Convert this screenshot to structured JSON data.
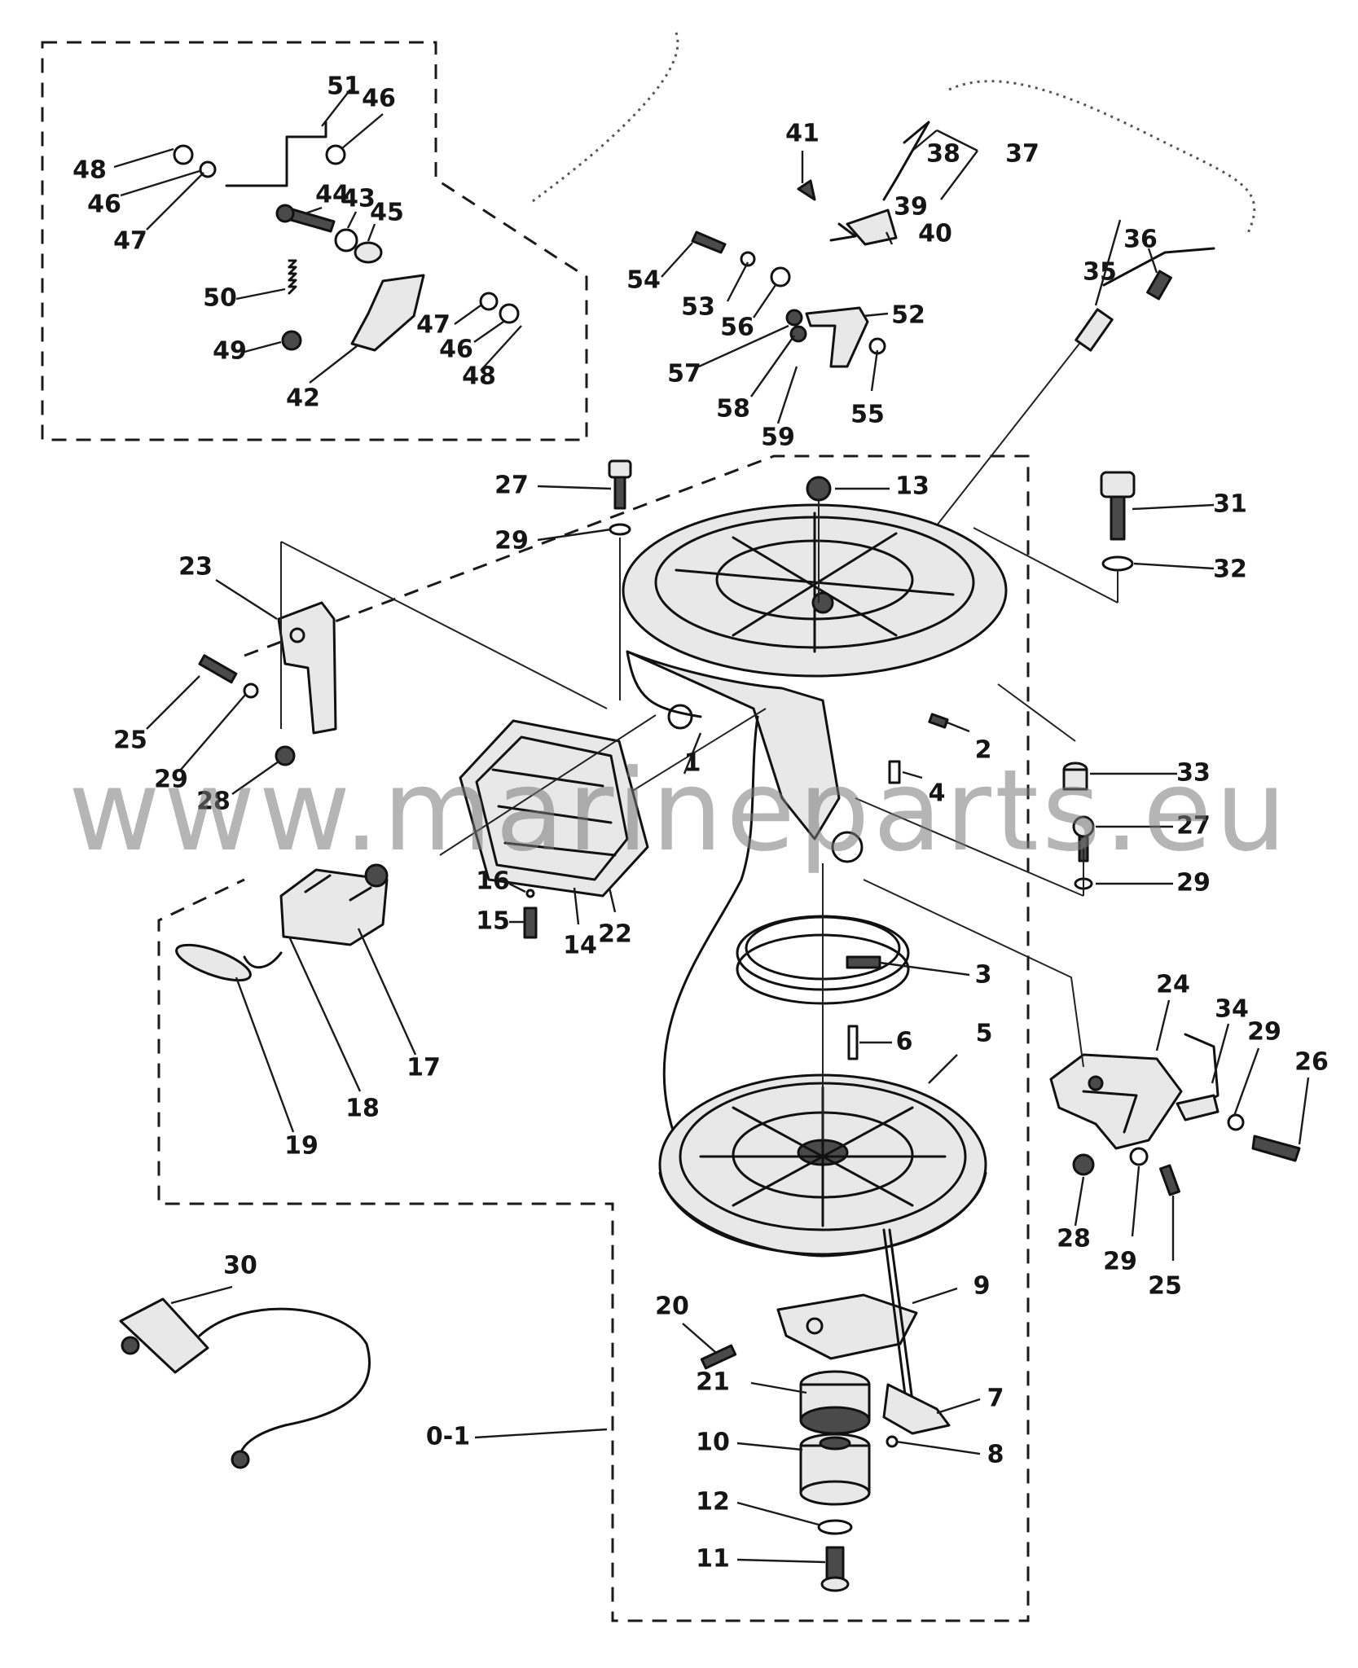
{
  "watermark": "www.marineparts.eu",
  "colors": {
    "ink": "#151515",
    "paper": "#ffffff",
    "watermark": "#8c8c8c"
  },
  "labels": {
    "l1": "1",
    "l2": "2",
    "l3": "3",
    "l4": "4",
    "l5": "5",
    "l6": "6",
    "l7": "7",
    "l8": "8",
    "l9": "9",
    "l10": "10",
    "l11": "11",
    "l12": "12",
    "l13": "13",
    "l14": "14",
    "l15": "15",
    "l16": "16",
    "l17": "17",
    "l18": "18",
    "l19": "19",
    "l20": "20",
    "l21": "21",
    "l22": "22",
    "l23": "23",
    "l24": "24",
    "l25a": "25",
    "l25b": "25",
    "l26": "26",
    "l27a": "27",
    "l27b": "27",
    "l28a": "28",
    "l28b": "28",
    "l29a": "29",
    "l29b": "29",
    "l29c": "29",
    "l29d": "29",
    "l29e": "29",
    "l30": "30",
    "l31": "31",
    "l32": "32",
    "l33": "33",
    "l34": "34",
    "l35": "35",
    "l36": "36",
    "l37": "37",
    "l38": "38",
    "l39": "39",
    "l40": "40",
    "l41": "41",
    "l42": "42",
    "l43": "43",
    "l44": "44",
    "l45": "45",
    "l46a": "46",
    "l46b": "46",
    "l46c": "46",
    "l47a": "47",
    "l47b": "47",
    "l48a": "48",
    "l48b": "48",
    "l49": "49",
    "l50": "50",
    "l51": "51",
    "l52": "52",
    "l53": "53",
    "l54": "54",
    "l55": "55",
    "l56": "56",
    "l57": "57",
    "l58": "58",
    "l59": "59",
    "l0_1": "0-1"
  }
}
